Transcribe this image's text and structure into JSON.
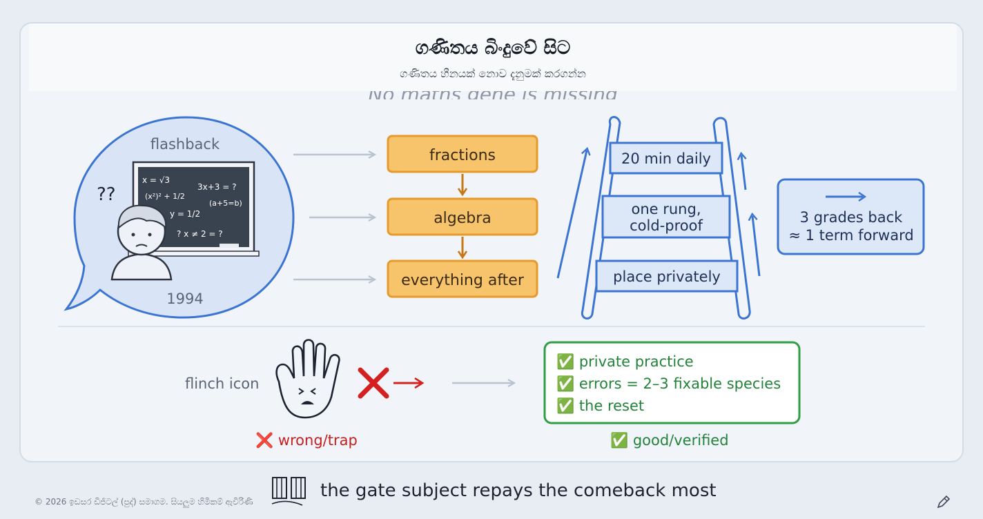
{
  "header": {
    "title": "ගණිතය බිංදුවේ සිට",
    "subtitle": "ගණිතය හීනයක් නොව දැනුමක් කරගන්න",
    "ghost_text": "No maths gene is missing"
  },
  "flashback": {
    "label": "flashback",
    "year": "1994",
    "question_marks": "??",
    "board_lines": [
      "x = √3",
      "3x+3 = ?",
      "(x²)² + 1/2",
      "(a+5=b)",
      "y = 1/2",
      "? x ≠ 2 = ?"
    ]
  },
  "chain": {
    "steps": [
      "fractions",
      "algebra",
      "everything after"
    ]
  },
  "ladder": {
    "rungs": [
      {
        "lines": [
          "20 min daily"
        ]
      },
      {
        "lines": [
          "one rung,",
          "cold-proof"
        ]
      },
      {
        "lines": [
          "place privately"
        ]
      }
    ]
  },
  "result_box": {
    "lines": [
      "3 grades back",
      "≈ 1 term forward"
    ]
  },
  "flinch": {
    "label": "flinch icon",
    "wrong_label": "❌ wrong/trap"
  },
  "good_box": {
    "items": [
      "✅ private practice",
      "✅ errors = 2–3 fixable species",
      "✅ the reset"
    ],
    "caption": "✅ good/verified"
  },
  "footer": {
    "copyright": "© 2026 ඉඩසර ඩිජිටල් (පුද්) සමාගම. සියලුම හිමිකම් ඇවිරිණි",
    "tagline": "the gate subject repays the comeback most"
  },
  "colors": {
    "orange_fill": "#f7c46c",
    "orange_stroke": "#e59a2b",
    "blue": "#3b74d1",
    "blue_fill": "#dce7f8",
    "green": "#2f9d44",
    "red": "#d42020",
    "gray_arrow": "#b9c2cf"
  }
}
